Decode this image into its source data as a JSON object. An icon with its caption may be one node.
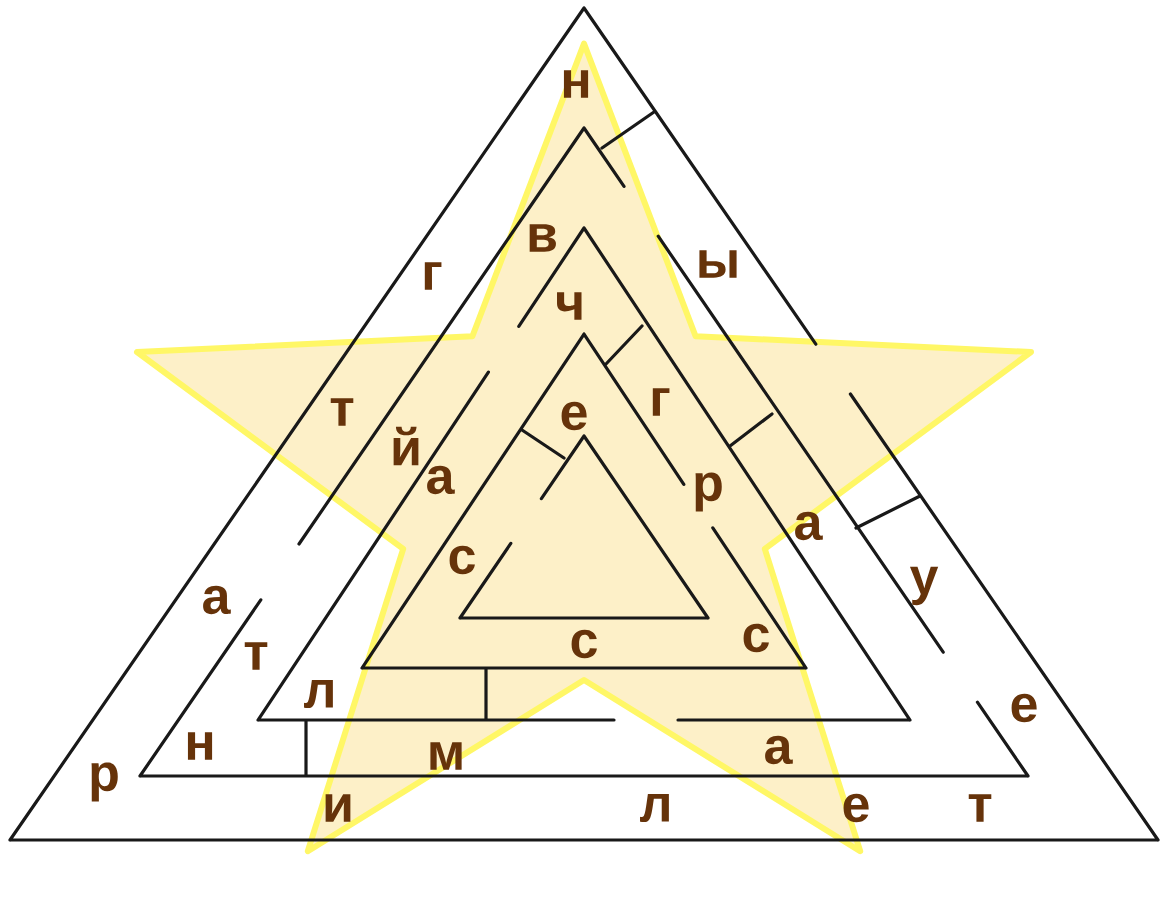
{
  "diagram": {
    "labels": [
      "н",
      "в",
      "ы",
      "г",
      "ч",
      "т",
      "г",
      "е",
      "й",
      "а",
      "р",
      "а",
      "с",
      "у",
      "а",
      "с",
      "с",
      "т",
      "л",
      "е",
      "н",
      "а",
      "м",
      "р",
      "и",
      "л",
      "е",
      "т"
    ]
  }
}
